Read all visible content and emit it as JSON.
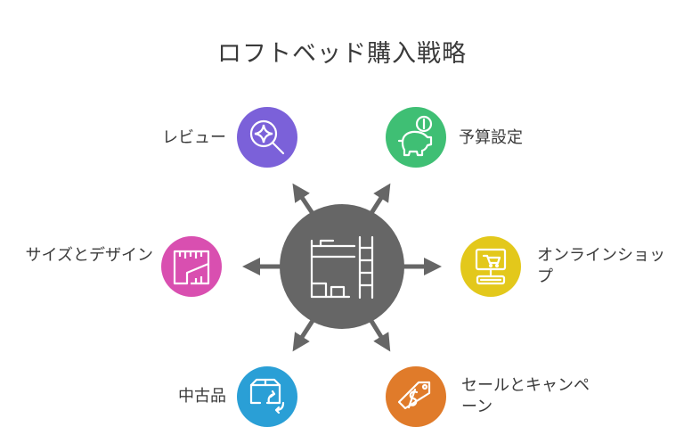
{
  "title": "ロフトベッド購入戦略",
  "center": {
    "icon": "loft-bed-icon",
    "color": "#666666"
  },
  "nodes": [
    {
      "id": "review",
      "label": "レビュー",
      "icon": "search-sparkle-icon",
      "color": "#7b61d9"
    },
    {
      "id": "budget",
      "label": "予算設定",
      "icon": "piggy-bank-icon",
      "color": "#3fbf74"
    },
    {
      "id": "size-design",
      "label": "サイズとデザイン",
      "icon": "measuring-tape-icon",
      "color": "#d94fb0"
    },
    {
      "id": "online-shop",
      "label": "オンラインショップ",
      "icon": "computer-cart-icon",
      "color": "#e3c81b"
    },
    {
      "id": "used",
      "label": "中古品",
      "icon": "box-recycle-icon",
      "color": "#2a9fd6"
    },
    {
      "id": "sale",
      "label": "セールとキャンペーン",
      "icon": "price-tag-icon",
      "color": "#e07b2a"
    }
  ]
}
